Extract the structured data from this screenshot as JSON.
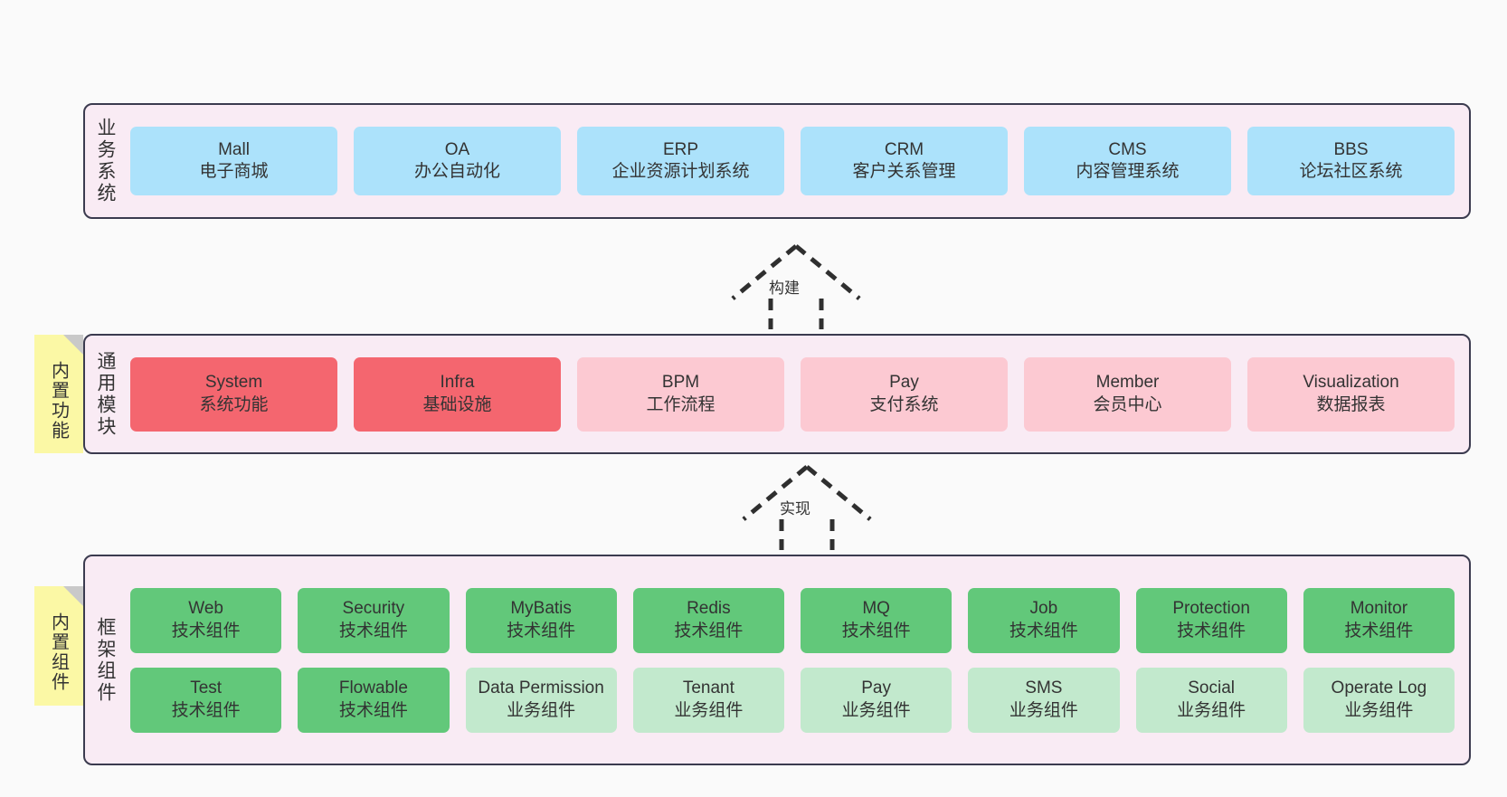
{
  "diagram": {
    "background_color": "#fafafa",
    "band_fill": "#f9ebf4",
    "band_border": "#3b3b4f",
    "note_fill": "#fbf8a5",
    "colors": {
      "business": "#ace2fb",
      "module_core": "#f4666f",
      "module_optional": "#fcc9d2",
      "tech_component": "#62c87a",
      "biz_component": "#c2e9cd"
    }
  },
  "notes": [
    {
      "name": "builtin-function",
      "label": "内置功能"
    },
    {
      "name": "builtin-component",
      "label": "内置组件"
    }
  ],
  "arrows": [
    {
      "name": "build",
      "label": "构建"
    },
    {
      "name": "implement",
      "label": "实现"
    }
  ],
  "layers": [
    {
      "id": "business",
      "title": "业务系统",
      "rows": [
        {
          "nodes": [
            {
              "en": "Mall",
              "cn": "电子商城"
            },
            {
              "en": "OA",
              "cn": "办公自动化"
            },
            {
              "en": "ERP",
              "cn": "企业资源计划系统"
            },
            {
              "en": "CRM",
              "cn": "客户关系管理"
            },
            {
              "en": "CMS",
              "cn": "内容管理系统"
            },
            {
              "en": "BBS",
              "cn": "论坛社区系统"
            }
          ]
        }
      ]
    },
    {
      "id": "modules",
      "title": "通用模块",
      "rows": [
        {
          "nodes": [
            {
              "en": "System",
              "cn": "系统功能"
            },
            {
              "en": "Infra",
              "cn": "基础设施"
            },
            {
              "en": "BPM",
              "cn": "工作流程"
            },
            {
              "en": "Pay",
              "cn": "支付系统"
            },
            {
              "en": "Member",
              "cn": "会员中心"
            },
            {
              "en": "Visualization",
              "cn": "数据报表"
            }
          ]
        }
      ]
    },
    {
      "id": "framework",
      "title": "框架组件",
      "rows": [
        {
          "nodes": [
            {
              "en": "Web",
              "cn": "技术组件"
            },
            {
              "en": "Security",
              "cn": "技术组件"
            },
            {
              "en": "MyBatis",
              "cn": "技术组件"
            },
            {
              "en": "Redis",
              "cn": "技术组件"
            },
            {
              "en": "MQ",
              "cn": "技术组件"
            },
            {
              "en": "Job",
              "cn": "技术组件"
            },
            {
              "en": "Protection",
              "cn": "技术组件"
            },
            {
              "en": "Monitor",
              "cn": "技术组件"
            }
          ]
        },
        {
          "nodes": [
            {
              "en": "Test",
              "cn": "技术组件"
            },
            {
              "en": "Flowable",
              "cn": "技术组件"
            },
            {
              "en": "Data Permission",
              "cn": "业务组件"
            },
            {
              "en": "Tenant",
              "cn": "业务组件"
            },
            {
              "en": "Pay",
              "cn": "业务组件"
            },
            {
              "en": "SMS",
              "cn": "业务组件"
            },
            {
              "en": "Social",
              "cn": "业务组件"
            },
            {
              "en": "Operate Log",
              "cn": "业务组件"
            }
          ]
        }
      ]
    }
  ]
}
